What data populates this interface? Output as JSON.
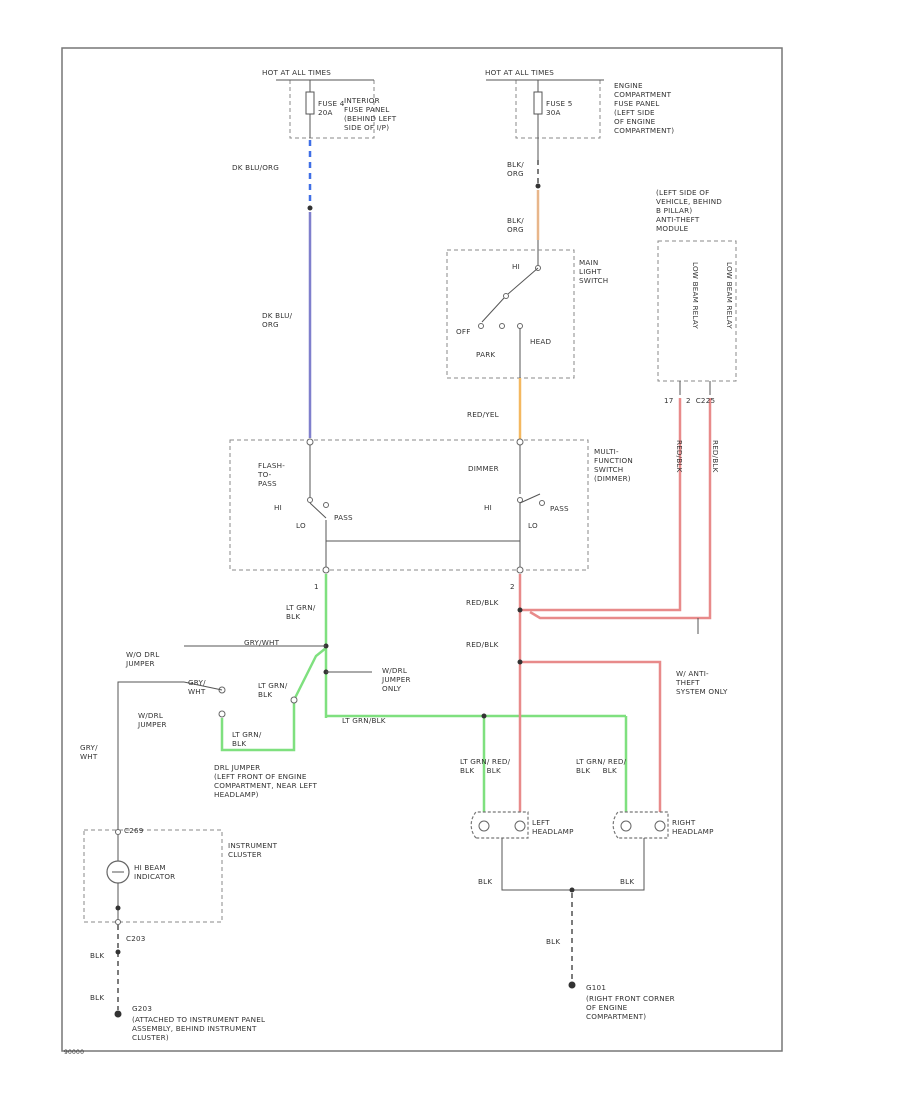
{
  "colors": {
    "blue_wire": "#3f6fe6",
    "violet_wire": "#7f7fcc",
    "orange_wire": "#f4b860",
    "tan_wire": "#e8b68a",
    "green_wire": "#7fe07f",
    "red_wire": "#e88a8a",
    "black_wire": "#555555",
    "frame": "#777777",
    "text": "#333333"
  },
  "labels": {
    "hot_left": "HOT AT ALL TIMES",
    "hot_right": "HOT AT ALL TIMES",
    "fuse_left": "FUSE 4\n20A",
    "fuse_left_location": "INTERIOR\nFUSE PANEL\n(BEHIND LEFT\nSIDE OF I/P)",
    "fuse_right": "FUSE 5\n30A",
    "fuse_right_location": "ENGINE\nCOMPARTMENT\nFUSE PANEL\n(LEFT SIDE\nOF ENGINE\nCOMPARTMENT)",
    "wire_dk_blu_ora_top": "DK BLU/ORG",
    "wire_blk_org_1": "BLK/\nORG",
    "wire_blk_org_2": "BLK/\nORG",
    "antitheft_location": "(LEFT SIDE OF\nVEHICLE, BEHIND\nB PILLAR)\nANTI-THEFT\nMODULE",
    "module_pin_a": "LOW BEAM RELAY",
    "module_pin_b": "LOW BEAM RELAY",
    "module_pin_nums": "17     2  C225",
    "main_light_switch": "MAIN\nLIGHT\nSWITCH",
    "sw_off": "OFF",
    "sw_park": "PARK",
    "sw_head": "HEAD",
    "sw_hi": "HI",
    "wire_dk_blu_org_mid": "DK BLU/\nORG",
    "wire_red_yel": "RED/YEL",
    "mfs_label": "MULTI-\nFUNCTION\nSWITCH\n(DIMMER)",
    "flash_to_pass": "FLASH-\nTO-\nPASS",
    "dimmer": "DIMMER",
    "hi_l": "HI",
    "hi_r": "HI",
    "pass_l": "PASS",
    "pass_r": "PASS",
    "lo_l": "LO",
    "lo_r": "LO",
    "pin_1": "1",
    "pin_2": "2",
    "wire_lt_grn_blk": "LT GRN/\nBLK",
    "wire_red_blk_1": "RED/BLK",
    "wire_red_blk_2": "RED/BLK",
    "wire_red_blk_antitheft": "RED/BLK",
    "gry_wht_top": "GRY/WHT",
    "wo_drl_jumper": "W/O DRL\nJUMPER",
    "gry_wht_small": "GRY/\nWHT",
    "lt_grn_mid": "LT GRN/\nBLK",
    "w_drl_jumper_only": "W/DRL\nJUMPER\nONLY",
    "w_antitheft_only": "W/ ANTI-\nTHEFT\nSYSTEM ONLY",
    "w_drl_jumper": "W/DRL\nJUMPER",
    "lt_grn_blk_bottom": "LT GRN/\nBLK",
    "wire_lt_grn_blk_h": "LT GRN/BLK",
    "drl_jumper_desc": "DRL JUMPER\n(LEFT FRONT OF ENGINE\nCOMPARTMENT, NEAR LEFT\nHEADLAMP)",
    "gry_wht_left": "GRY/\nWHT",
    "left_hl_wires": "LT GRN/ RED/\nBLK     BLK",
    "right_hl_wires": "LT GRN/ RED/\nBLK     BLK",
    "left_headlamp": "LEFT\nHEADLAMP",
    "right_headlamp": "RIGHT\nHEADLAMP",
    "c_label": "C269",
    "instrument_cluster": "INSTRUMENT\nCLUSTER",
    "hi_beam_indicator": "HI BEAM\nINDICATOR",
    "c203": "C203",
    "blk_1": "BLK",
    "blk_2": "BLK",
    "blk_3": "BLK",
    "blk_4": "BLK",
    "blk_5": "BLK",
    "g_left_id": "G203",
    "g_left_desc": "(ATTACHED TO INSTRUMENT PANEL\nASSEMBLY, BEHIND INSTRUMENT\nCLUSTER)",
    "g_right_id": "G101",
    "g_right_desc": "(RIGHT FRONT CORNER\nOF ENGINE\nCOMPARTMENT)",
    "footer_code": "90000"
  }
}
